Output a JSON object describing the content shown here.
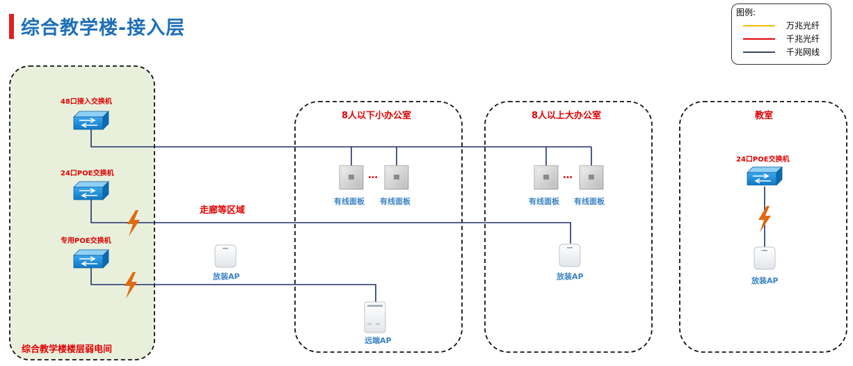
{
  "page": {
    "title": "综合教学楼-接入层"
  },
  "legend": {
    "title": "图例:",
    "items": [
      {
        "label": "万兆光纤",
        "color": "#f5b800"
      },
      {
        "label": "千兆光纤",
        "color": "#e00000"
      },
      {
        "label": "千兆网线",
        "color": "#3a4a5a"
      }
    ]
  },
  "zones": {
    "wiring_closet": "综合教学楼楼层弱电间",
    "corridor": "走廊等区域",
    "small_office": "8人以下小办公室",
    "large_office": "8人以上大办公室",
    "classroom": "教室"
  },
  "devices": {
    "switch_48": "48口接入交换机",
    "switch_24poe": "24口POE交换机",
    "switch_dedicated_poe": "专用POE交换机",
    "switch_classroom": "24口POE交换机",
    "ap_corridor": "放装AP",
    "ap_remote": "远端AP",
    "ap_large_office": "放装AP",
    "ap_classroom": "放装AP",
    "panel_small_1": "有线面板",
    "panel_small_2": "有线面板",
    "panel_large_1": "有线面板",
    "panel_large_2": "有线面板",
    "ellipsis_small": "…",
    "ellipsis_large": "…"
  },
  "colors": {
    "title": "#1e6fb8",
    "accent_red": "#e00000",
    "link_dark": "#1f2f6a",
    "closet_fill": "#e8f0dc",
    "switch_blue": "#1a8cd8",
    "lightning": "#e06a10"
  }
}
